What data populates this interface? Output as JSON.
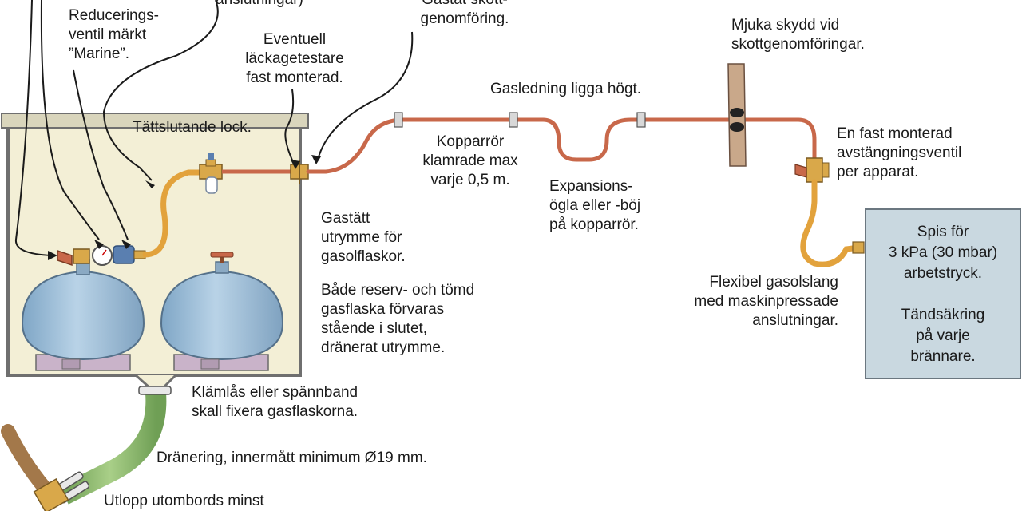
{
  "labels": {
    "top_left_partial": "anslutningar)",
    "reducer_valve": "Reducerings-\nventil märkt\n”Marine”.",
    "leak_tester": "Eventuell\nläckagetestare\nfast monterad.",
    "bulkhead_passthrough": "Gastät skott-\ngenomföring.",
    "soft_protection": "Mjuka skydd vid\nskottgenomföringar.",
    "gas_line_high": "Gasledning ligga högt.",
    "tight_lid": "Tättslutande lock.",
    "copper_clamped": "Kopparrör\nklamrade max\nvarje 0,5 m.",
    "expansion_loop": "Expansions-\nögla eller -böj\npå kopparrör.",
    "shutoff_valve": "En fast monterad\navstängningsventil\nper apparat.",
    "gastight_space": "Gastätt\nutrymme för\ngasolflaskor.",
    "bottles_stored": "Både reserv- och tömd\ngasflaska förvaras\nstående i slutet,\ndränerat utrymme.",
    "flex_hose": "Flexibel gasolslang\nmed maskinpressade\nanslutningar.",
    "stove_box": "Spis för\n3 kPa (30 mbar)\narbetstryck.\n\nTändsäkring\npå varje\nbrännare.",
    "clamp_lock": "Klämlås eller spännband\nskall fixera gasflaskorna.",
    "drainage": "Dränering, innermått minimum Ø19 mm.",
    "outlet": "Utlopp utombords minst"
  },
  "colors": {
    "locker_fill": "#f3efd6",
    "locker_stroke": "#6f6f6f",
    "bottle": "#9dbfd9",
    "stove_fill": "#c9d8e0",
    "copper_pipe": "#c8684a",
    "hose": "#e2a23c",
    "drain_hose": "#8fbb6e"
  }
}
